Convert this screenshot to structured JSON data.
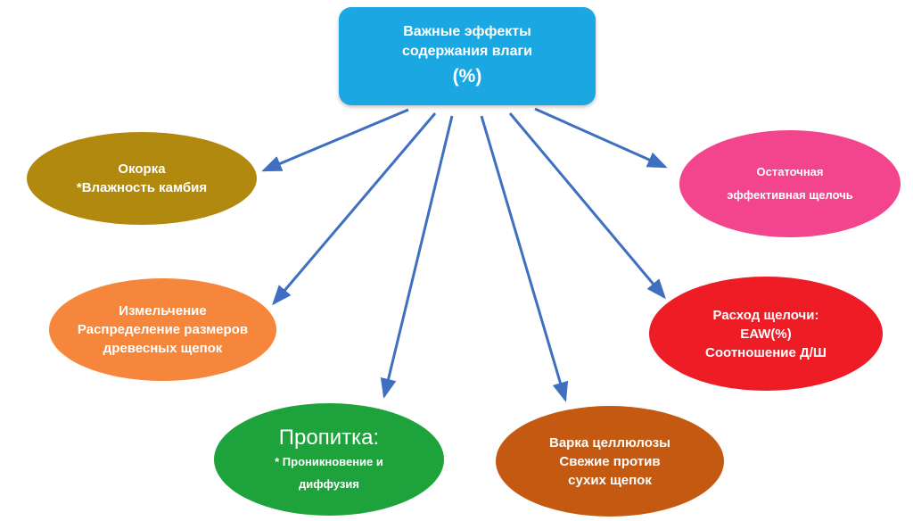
{
  "colors": {
    "background": "#ffffff",
    "arrow": "#3E6FC1",
    "root_box": "#1BA7E2",
    "debarking": "#B1890E",
    "residual_alkali": "#F3458D",
    "chipping": "#F6863B",
    "alkali_consumption": "#EE1C25",
    "impregnation": "#1EA33C",
    "pulping": "#C45911"
  },
  "root": {
    "line1": "Важные эффекты",
    "line2": "содержания влаги",
    "line3": "(%)"
  },
  "nodes": {
    "debarking": {
      "line1": "Окорка",
      "line2": "*Влажность камбия"
    },
    "residual_alkali": {
      "line1": "Остаточная",
      "line2": "эффективная щелочь"
    },
    "chipping": {
      "line1": "Измельчение",
      "line2": "Распределение размеров",
      "line3": "древесных щепок"
    },
    "alkali_consumption": {
      "line1": "Расход щелочи:",
      "line2": "EAW(%)",
      "line3": "Соотношение Д/Ш"
    },
    "impregnation": {
      "title": "Пропитка:",
      "line1": "* Проникновение и",
      "line2": "диффузия"
    },
    "pulping": {
      "line1": "Варка целлюлозы",
      "line2": "Свежие против",
      "line3": "сухих щепок"
    }
  }
}
